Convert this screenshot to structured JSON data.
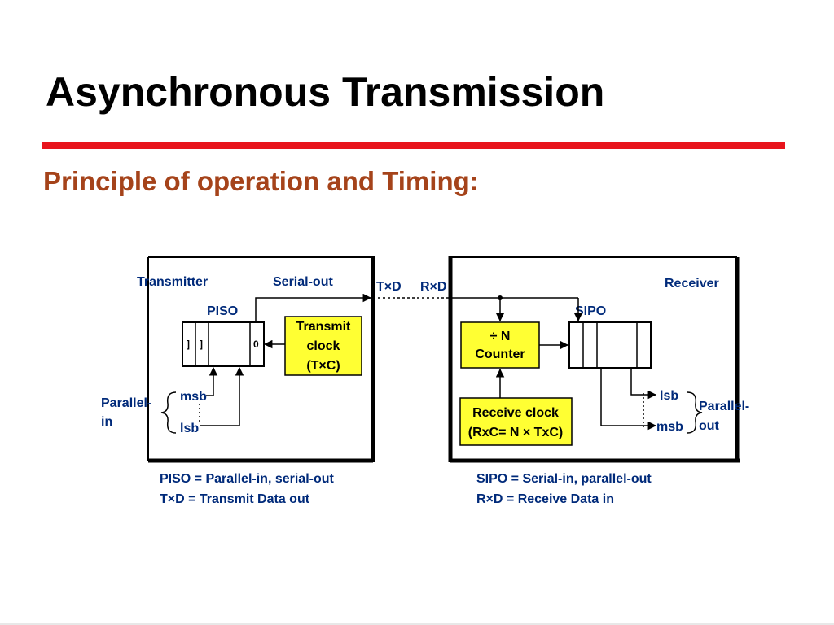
{
  "slide": {
    "title": "Asynchronous Transmission",
    "subtitle": "Principle of operation and Timing:"
  },
  "colors": {
    "accent_rule": "#e8141c",
    "subtitle": "#a5431a",
    "label_text": "#002a7a",
    "block_fill": "#ffff33"
  },
  "diagram": {
    "transmitter": {
      "title": "Transmitter",
      "serial_out": "Serial-out",
      "piso": "PISO",
      "piso_cell_1": "]",
      "piso_cell_2": "]",
      "piso_cell_last": "0",
      "clock_line1": "Transmit",
      "clock_line2": "clock",
      "clock_line3": "(T×C)",
      "parallel_in_line1": "Parallel-",
      "parallel_in_line2": "in",
      "msb": "msb",
      "lsb": "lsb"
    },
    "txd": "T×D",
    "rxd": "R×D",
    "receiver": {
      "title": "Receiver",
      "sipo": "SIPO",
      "counter_line1": "÷ N",
      "counter_line2": "Counter",
      "clock_line1": "Receive clock",
      "clock_line2": "(RxC= N × TxC)",
      "lsb": "lsb",
      "msb": "msb",
      "parallel_out_line1": "Parallel-",
      "parallel_out_line2": "out"
    },
    "legend": {
      "piso_def": "PISO = Parallel-in, serial-out",
      "txd_def": "T×D = Transmit Data out",
      "sipo_def": "SIPO = Serial-in, parallel-out",
      "rxd_def": "R×D = Receive Data in"
    }
  }
}
